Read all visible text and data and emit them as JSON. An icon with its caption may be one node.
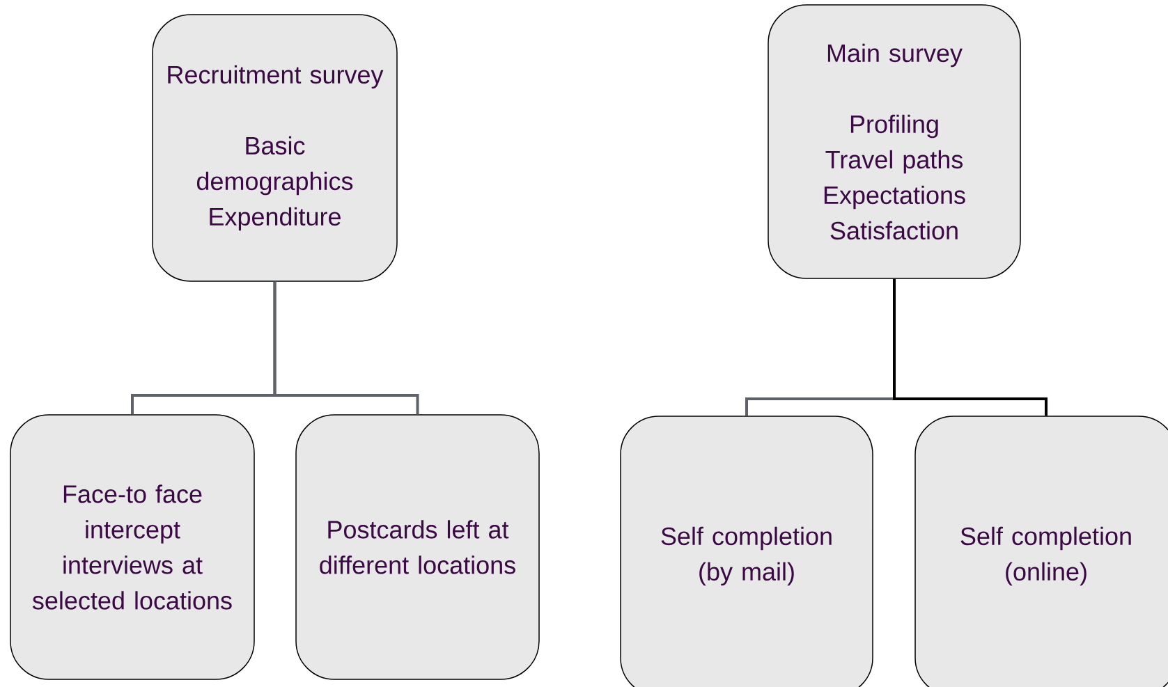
{
  "diagram": {
    "nodes": [
      {
        "text": [
          "Recruitment survey",
          "Basic demographics",
          "Expenditure"
        ]
      },
      {
        "text": [
          "Face-to face intercept interviews at selected locations"
        ]
      },
      {
        "text": [
          "Postcards left at different locations"
        ]
      },
      {
        "text": [
          "Main survey",
          "Profiling",
          "Travel paths",
          "Expectations",
          "Satisfaction"
        ]
      },
      {
        "text": [
          "Self completion (by mail)"
        ]
      },
      {
        "text": [
          "Self completion (online)"
        ]
      }
    ],
    "edges": [
      {
        "from": 0,
        "to": 1,
        "arrow": "none"
      },
      {
        "from": 0,
        "to": 2,
        "arrow": "none"
      },
      {
        "from": 3,
        "to": 4,
        "arrow": "none"
      },
      {
        "from": 3,
        "to": 5,
        "arrow": "none",
        "color": "#000000"
      }
    ]
  }
}
